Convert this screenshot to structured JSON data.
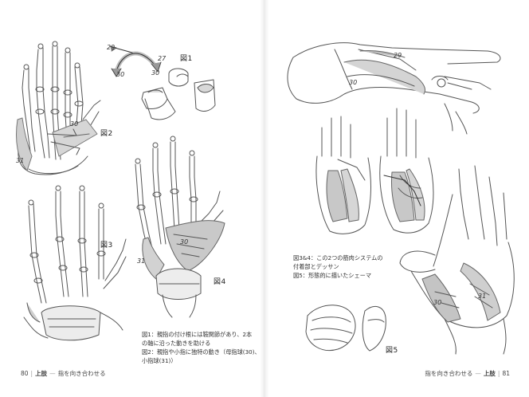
{
  "left_page": {
    "figure_labels": {
      "fig1": "図1",
      "fig2": "図2",
      "fig3": "図3",
      "fig4": "図4"
    },
    "arrow_numbers": {
      "n29": "29",
      "n27": "27",
      "n30a": "30",
      "n30b": "30",
      "n30c": "30",
      "n31a": "31",
      "n30d": "30",
      "n31b": "31"
    },
    "caption": {
      "line1": "図1：親指の付け根には鞍関節があり、2本",
      "line2": "の軸に沿った動きを助ける",
      "line3": "図2：親指や小指に独特の動き（母指球(30)、",
      "line4": "小指球(31)）"
    },
    "footer": {
      "page_number": "80",
      "section": "上肢",
      "title": "指を向き合わせる"
    }
  },
  "right_page": {
    "figure_labels": {
      "fig5": "図5"
    },
    "arrow_numbers": {
      "n29": "29",
      "n30a": "30",
      "n30b": "30",
      "n31": "31"
    },
    "caption": {
      "line1": "図3&4：この2つの筋肉システムの",
      "line2": "付着部とデッサン",
      "line3": "図5：形態的に描いたシェーマ"
    },
    "footer": {
      "page_number": "81",
      "section": "上肢",
      "title": "指を向き合わせる"
    }
  }
}
